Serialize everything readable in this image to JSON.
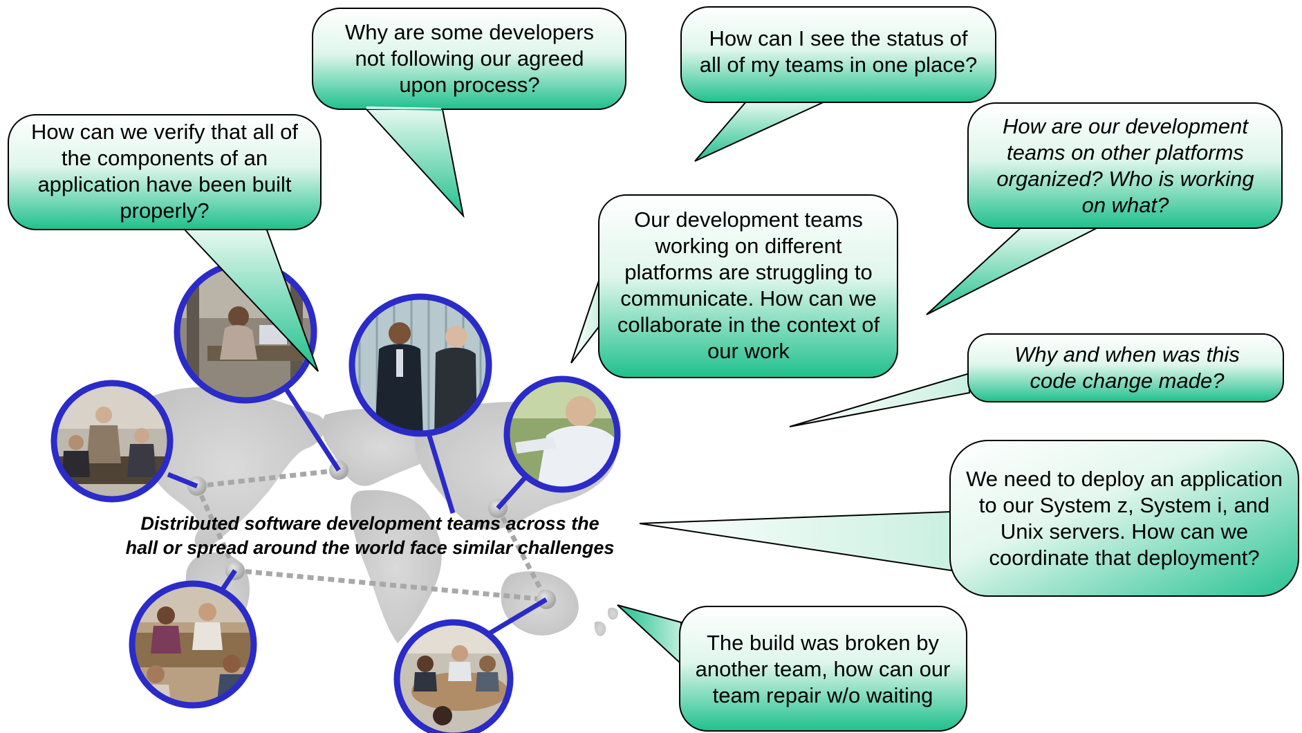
{
  "caption": {
    "line1": "Distributed software development teams across the",
    "line2": "hall or spread around the world face similar challenges"
  },
  "bubbles": [
    {
      "id": "process",
      "text": "Why are some developers not following our agreed upon process?",
      "italic": false
    },
    {
      "id": "status",
      "text": "How can I see the status of all of my teams in one place?",
      "italic": false
    },
    {
      "id": "verify",
      "text": "How can we verify that all of the components of an application have been built properly?",
      "italic": false
    },
    {
      "id": "organized",
      "text": "How are our development teams on other platforms organized?  Who is working on what?",
      "italic": true
    },
    {
      "id": "collaborate",
      "text": "Our development teams working on different platforms are struggling to communicate.   How can we collaborate in the context of our work",
      "italic": false
    },
    {
      "id": "codechange",
      "text": "Why and when was this code change made?",
      "italic": true
    },
    {
      "id": "deploy",
      "text": "We need to deploy an application to our System z, System i, and Unix servers.  How can we coordinate that deployment?",
      "italic": false
    },
    {
      "id": "build",
      "text": "The build was broken by another team, how can our team repair w/o waiting",
      "italic": false
    }
  ],
  "photos": [
    {
      "id": "woman-desk",
      "subject": "woman-at-desk-photo"
    },
    {
      "id": "handshake",
      "subject": "two-men-talking-photo"
    },
    {
      "id": "meeting",
      "subject": "office-meeting-photo"
    },
    {
      "id": "smiling-man",
      "subject": "smiling-man-photo"
    },
    {
      "id": "group-table",
      "subject": "team-at-table-photo"
    },
    {
      "id": "conference",
      "subject": "conference-room-photo"
    }
  ],
  "colors": {
    "bubble_top": "#ffffff",
    "bubble_bottom": "#1fc08c",
    "ring": "#2b2bc8",
    "map_gray": "#c6c6c6",
    "link_dots": "#a8a8a8"
  }
}
